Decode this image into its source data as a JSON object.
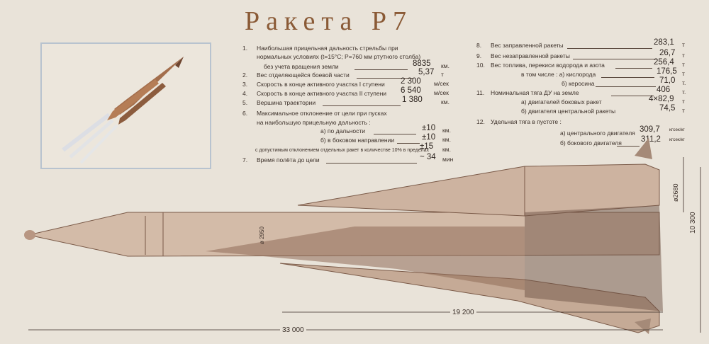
{
  "title": "Ракета Р7",
  "left_specs": [
    {
      "n": "1.",
      "text": "Наибольшая прицельная дальность стрельбы при",
      "value": "",
      "unit": ""
    },
    {
      "n": "",
      "text": "нормальных условиях (t=15°C; P=760 мм ртутного столба)",
      "value": "",
      "unit": ""
    },
    {
      "n": "",
      "text": "без учета вращения земли",
      "value": "8835",
      "unit": "км."
    },
    {
      "n": "2.",
      "text": "Вес отделяющейся боевой части",
      "value": "5,37",
      "unit": "т"
    },
    {
      "n": "3.",
      "text": "Скорость в конце активного участка I ступени",
      "value": "2 300",
      "unit": "м/сек"
    },
    {
      "n": "4.",
      "text": "Скорость в конце активного участка II ступени",
      "value": "6 540",
      "unit": "м/сек"
    },
    {
      "n": "5.",
      "text": "Вершина траектории",
      "value": "1 380",
      "unit": "км."
    },
    {
      "n": "6.",
      "text": "Максимальное отклонение от цели при пусках",
      "value": "",
      "unit": ""
    },
    {
      "n": "",
      "text": "на наибольшую прицельную дальность :",
      "value": "",
      "unit": ""
    },
    {
      "n": "",
      "text": "а) по дальности",
      "value": "±10",
      "unit": "км."
    },
    {
      "n": "",
      "text": "б) в боковом направлении",
      "value": "±10",
      "unit": "км."
    },
    {
      "n": "",
      "text": "с допустимым отклонением отдельных ракет в количестве 10% в пределах",
      "value": "±15",
      "unit": "км."
    },
    {
      "n": "7.",
      "text": "Время полёта до цели",
      "value": "~ 34",
      "unit": "мин"
    }
  ],
  "right_specs": [
    {
      "n": "8.",
      "text": "Вес заправленной ракеты",
      "value": "283,1",
      "unit": "т"
    },
    {
      "n": "9.",
      "text": "Вес незаправленной ракеты",
      "value": "26,7",
      "unit": "т"
    },
    {
      "n": "10.",
      "text": "Вес топлива, перекиси водорода и азота",
      "value": "256,4",
      "unit": "т"
    },
    {
      "n": "",
      "text": "в том числе : а) кислорода",
      "value": "176,5",
      "unit": "т"
    },
    {
      "n": "",
      "text": "б) керосина",
      "value": "71,0",
      "unit": "т."
    },
    {
      "n": "11.",
      "text": "Номинальная тяга ДУ на земле",
      "value": "406",
      "unit": "т."
    },
    {
      "n": "",
      "text": "а) двигателей боковых ракет",
      "value": "4×82,9",
      "unit": "т"
    },
    {
      "n": "",
      "text": "б) двигателя центральной ракеты",
      "value": "74,5",
      "unit": "т"
    },
    {
      "n": "12.",
      "text": "Удельная тяга в пустоте :",
      "value": "",
      "unit": ""
    },
    {
      "n": "",
      "text": "а) центрального двигателя",
      "value": "309,7",
      "unit": "кгсек/кг"
    },
    {
      "n": "",
      "text": "б) бокового двигателя",
      "value": "311,2",
      "unit": "кгсек/кг"
    }
  ],
  "dimensions": {
    "total_length": "33 000",
    "side_length": "19 200",
    "span": "10 300",
    "side_diameter": "ø2680",
    "core_diameter": "ø 2950"
  },
  "colors": {
    "paper": "#e9e3d9",
    "rocket": "#cdb3a0",
    "shadow": "#8f6c58",
    "title": "#8a5a36",
    "frame": "#b8c3cf"
  }
}
